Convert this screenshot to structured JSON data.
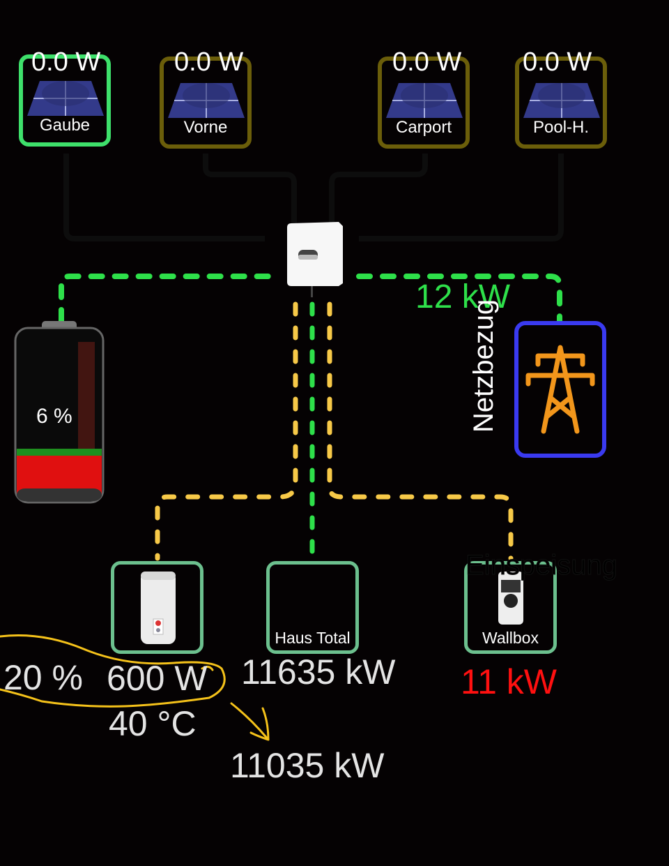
{
  "pv_strings": [
    {
      "name": "Gaube",
      "power": "0.0 W",
      "status": "active",
      "border_color": "#3ee06b"
    },
    {
      "name": "Vorne",
      "power": "0.0 W",
      "status": "idle",
      "border_color": "#6b5e0a"
    },
    {
      "name": "Carport",
      "power": "0.0 W",
      "status": "idle",
      "border_color": "#6b5e0a"
    },
    {
      "name": "Pool-H.",
      "power": "0.0 W",
      "status": "idle",
      "border_color": "#6b5e0a"
    }
  ],
  "inverter": {
    "icon": "inverter-icon"
  },
  "battery": {
    "soc_label": "6 %",
    "soc_percent": 6,
    "fill_color": "#e01010",
    "icon": "battery-icon"
  },
  "grid": {
    "label": "Netzbezug",
    "power": "12 kW",
    "power_color": "#2ee04a",
    "border_color": "#3a3af0",
    "icon_color": "#f2961b",
    "icon": "power-tower-icon"
  },
  "consumers": [
    {
      "id": "heater",
      "name": "",
      "icon": "water-heater-icon",
      "values": [
        "20 %",
        "600 W",
        "40 °C"
      ]
    },
    {
      "id": "house",
      "name": "Haus Total",
      "icon": "",
      "values": [
        "11635 kW"
      ]
    },
    {
      "id": "wallbox",
      "name": "Wallbox",
      "icon": "wallbox-icon",
      "overlay_text": "Einspeisung",
      "values": [
        "11 kW"
      ],
      "value_color": "#ff1010"
    }
  ],
  "annotation": {
    "result": "11035 kW",
    "stroke_color": "#f5c21a"
  },
  "colors": {
    "flow_green": "#2ee04a",
    "flow_yellow": "#f7c948",
    "box_green": "#6cc08e"
  }
}
